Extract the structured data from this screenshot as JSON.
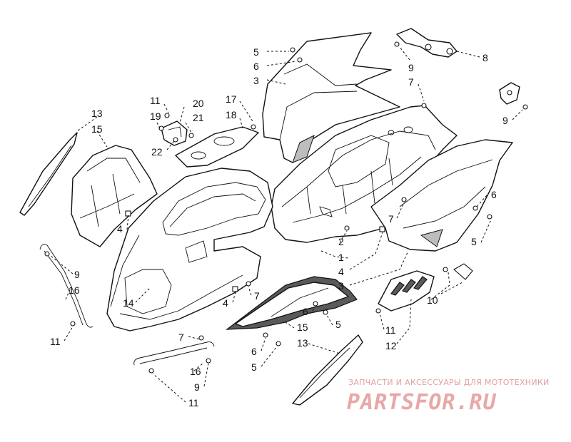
{
  "diagram": {
    "callouts": [
      {
        "id": "c1",
        "text": "5"
      },
      {
        "id": "c2",
        "text": "6"
      },
      {
        "id": "c3",
        "text": "3"
      },
      {
        "id": "c4",
        "text": "8"
      },
      {
        "id": "c5",
        "text": "9"
      },
      {
        "id": "c6",
        "text": "7"
      },
      {
        "id": "c7",
        "text": "9"
      },
      {
        "id": "c8",
        "text": "11"
      },
      {
        "id": "c9",
        "text": "20"
      },
      {
        "id": "c10",
        "text": "19"
      },
      {
        "id": "c11",
        "text": "21"
      },
      {
        "id": "c12",
        "text": "22"
      },
      {
        "id": "c13",
        "text": "17"
      },
      {
        "id": "c14",
        "text": "18"
      },
      {
        "id": "c15",
        "text": "13"
      },
      {
        "id": "c16",
        "text": "15"
      },
      {
        "id": "c17",
        "text": "4"
      },
      {
        "id": "c18",
        "text": "6"
      },
      {
        "id": "c19",
        "text": "7"
      },
      {
        "id": "c20",
        "text": "5"
      },
      {
        "id": "c21",
        "text": "2"
      },
      {
        "id": "c22",
        "text": "1"
      },
      {
        "id": "c23",
        "text": "4"
      },
      {
        "id": "c24",
        "text": "3"
      },
      {
        "id": "c25",
        "text": "9"
      },
      {
        "id": "c26",
        "text": "16"
      },
      {
        "id": "c27",
        "text": "14"
      },
      {
        "id": "c28",
        "text": "4"
      },
      {
        "id": "c29",
        "text": "7"
      },
      {
        "id": "c30",
        "text": "10"
      },
      {
        "id": "c31",
        "text": "6"
      },
      {
        "id": "c32",
        "text": "5"
      },
      {
        "id": "c33",
        "text": "15"
      },
      {
        "id": "c34",
        "text": "11"
      },
      {
        "id": "c35",
        "text": "12"
      },
      {
        "id": "c36",
        "text": "7"
      },
      {
        "id": "c37",
        "text": "11"
      },
      {
        "id": "c38",
        "text": "13"
      },
      {
        "id": "c39",
        "text": "6"
      },
      {
        "id": "c40",
        "text": "5"
      },
      {
        "id": "c41",
        "text": "16"
      },
      {
        "id": "c42",
        "text": "9"
      },
      {
        "id": "c43",
        "text": "11"
      }
    ]
  },
  "watermark": {
    "subtitle": "ЗАПЧАСТИ И АКСЕССУАРЫ ДЛЯ МОТОТЕХНИКИ",
    "brand": "PARTSFOR.RU",
    "color": "#e8a8a8"
  }
}
